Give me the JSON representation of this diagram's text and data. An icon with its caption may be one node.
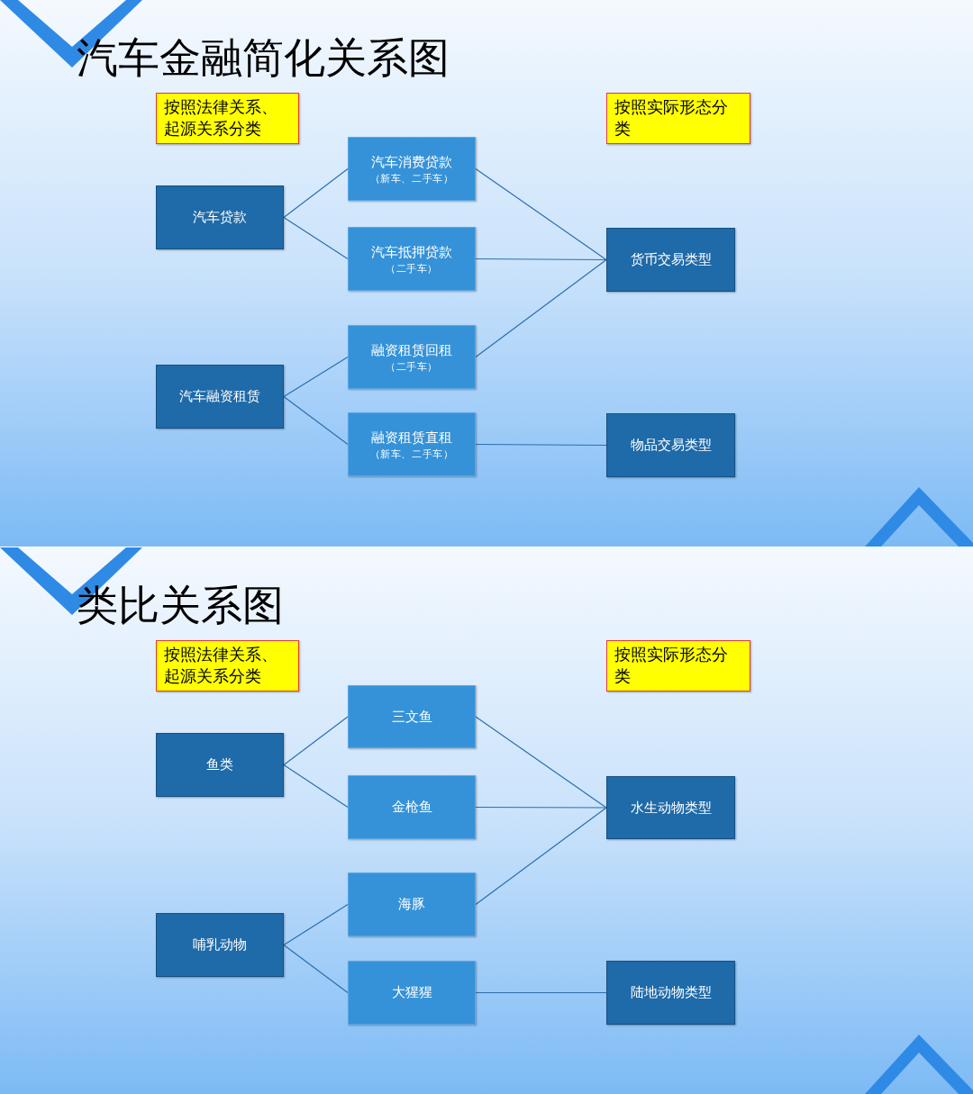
{
  "diagram": {
    "nodes": [
      {
        "text": [
          "按照法律关系、起源关系分类"
        ]
      },
      {
        "text": [
          "按照实际形态分类"
        ]
      },
      {
        "text": [
          "汽车贷款"
        ]
      },
      {
        "text": [
          "汽车消费贷款",
          "（新车、二手车）"
        ]
      },
      {
        "text": [
          "汽车抵押贷款",
          "（二手车）"
        ]
      },
      {
        "text": [
          "货币交易类型"
        ]
      },
      {
        "text": [
          "汽车融资租赁"
        ]
      },
      {
        "text": [
          "融资租赁回租",
          "（二手车）"
        ]
      },
      {
        "text": [
          "融资租赁直租",
          "（新车、二手车）"
        ]
      },
      {
        "text": [
          "物品交易类型"
        ]
      },
      {
        "text": [
          "按照法律关系、起源关系分类"
        ]
      },
      {
        "text": [
          "按照实际形态分类"
        ]
      },
      {
        "text": [
          "鱼类"
        ]
      },
      {
        "text": [
          "三文鱼"
        ]
      },
      {
        "text": [
          "金枪鱼"
        ]
      },
      {
        "text": [
          "水生动物类型"
        ]
      },
      {
        "text": [
          "哺乳动物"
        ]
      },
      {
        "text": [
          "海豚"
        ]
      },
      {
        "text": [
          "大猩猩"
        ]
      },
      {
        "text": [
          "陆地动物类型"
        ]
      }
    ],
    "edges": [
      {
        "from": 2,
        "to": 3,
        "arrow": "none"
      },
      {
        "from": 2,
        "to": 4,
        "arrow": "none"
      },
      {
        "from": 3,
        "to": 5,
        "arrow": "none"
      },
      {
        "from": 4,
        "to": 5,
        "arrow": "none"
      },
      {
        "from": 6,
        "to": 7,
        "arrow": "none"
      },
      {
        "from": 6,
        "to": 8,
        "arrow": "none"
      },
      {
        "from": 7,
        "to": 5,
        "arrow": "none"
      },
      {
        "from": 8,
        "to": 9,
        "arrow": "none"
      },
      {
        "from": 12,
        "to": 13,
        "arrow": "none"
      },
      {
        "from": 12,
        "to": 14,
        "arrow": "none"
      },
      {
        "from": 13,
        "to": 15,
        "arrow": "none"
      },
      {
        "from": 14,
        "to": 15,
        "arrow": "none"
      },
      {
        "from": 16,
        "to": 17,
        "arrow": "none"
      },
      {
        "from": 16,
        "to": 18,
        "arrow": "none"
      },
      {
        "from": 17,
        "to": 15,
        "arrow": "none"
      },
      {
        "from": 18,
        "to": 19,
        "arrow": "none"
      }
    ],
    "labels": [
      "汽车金融简化关系图",
      "类比关系图"
    ]
  }
}
